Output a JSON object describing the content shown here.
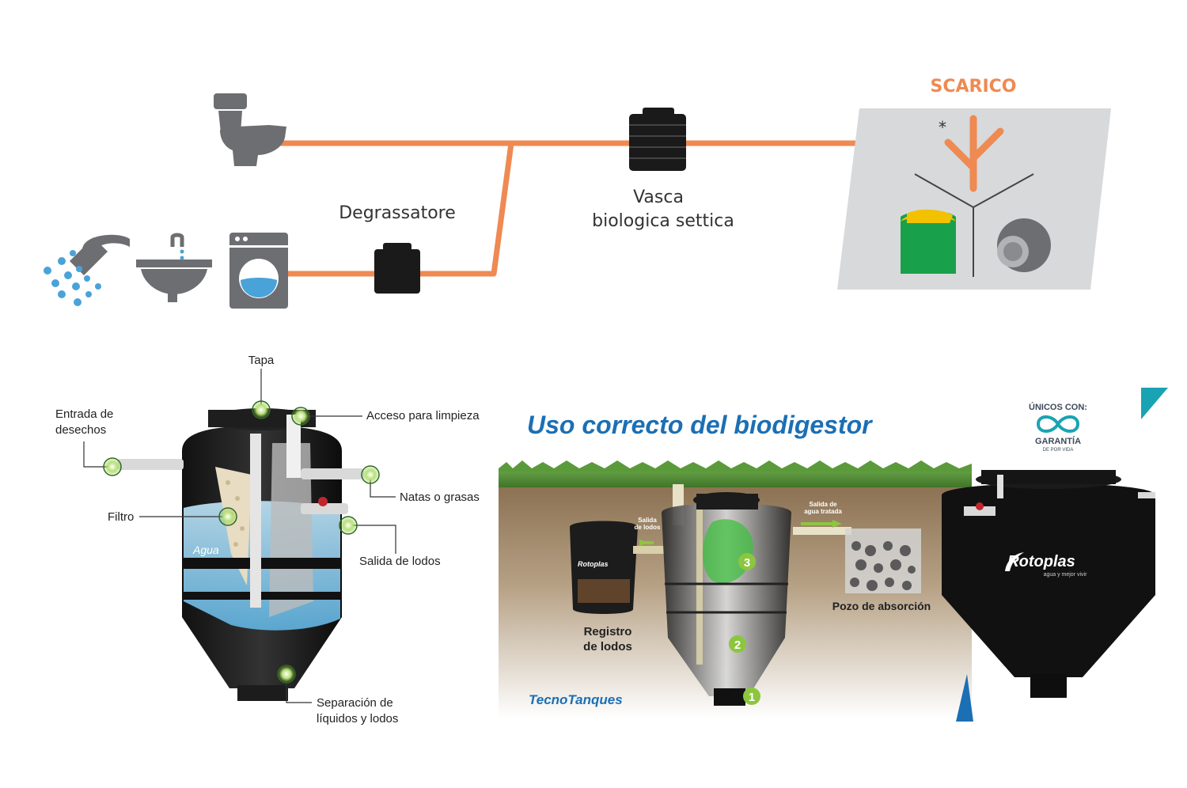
{
  "flow": {
    "degrassatore": "Degrassatore",
    "vasca_line1": "Vasca",
    "vasca_line2": "biologica settica",
    "scarico": "SCARICO",
    "asterisk": "*"
  },
  "cutaway": {
    "tapa": "Tapa",
    "entrada_line1": "Entrada de",
    "entrada_line2": "desechos",
    "acceso": "Acceso para limpieza",
    "natas": "Natas o grasas",
    "filtro": "Filtro",
    "salida_lodos": "Salida de lodos",
    "agua": "Agua",
    "separacion_line1": "Separación de",
    "separacion_line2": "líquidos y lodos"
  },
  "usage": {
    "title": "Uso correcto del biodigestor",
    "salida_lodos_line1": "Salida",
    "salida_lodos_line2": "de lodos",
    "salida_agua_line1": "Salida de",
    "salida_agua_line2": "agua tratada",
    "registro_line1": "Registro",
    "registro_line2": "de lodos",
    "pozo": "Pozo de absorción",
    "step1": "1",
    "step2": "2",
    "step3": "3",
    "registro_brand": "Rotoplas",
    "tecnotanques": "TecnoTanques"
  },
  "brand": {
    "unicos": "ÚNICOS CON:",
    "garantia": "GARANTÍA",
    "de_por_vida": "DE POR VIDA",
    "rotoplas": "Rotoplas",
    "tagline": "agua y mejor vivir"
  },
  "colors": {
    "pipe_orange": "#ee8a52",
    "icon_gray": "#6d6e71",
    "water_blue": "#4aa3d8",
    "tank_black": "#1a1a1a",
    "panel_gray": "#d8d9db",
    "callout_green": "#8cc63f",
    "title_blue": "#1b6fb5",
    "grass_green": "#4e8b2e",
    "soil_brown": "#a08565"
  }
}
